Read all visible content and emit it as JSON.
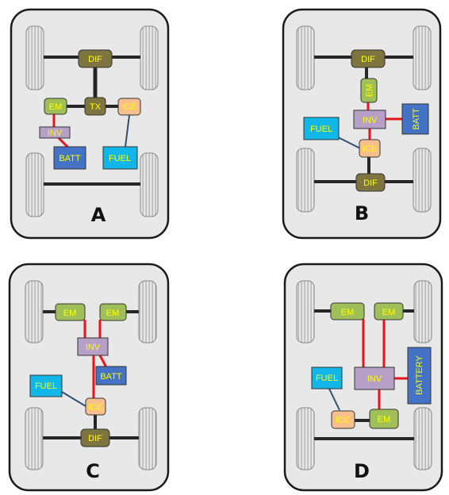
{
  "colors": {
    "panel_fill": "#e8e8e8",
    "panel_stroke": "#1a1a1a",
    "shaft": "#262626",
    "electric_link": "#e8141c",
    "fuel_link": "#2f4f6f",
    "label_text": "#ffff00",
    "dif": "#7e7440",
    "em": "#9fc058",
    "inv": "#b6a0c8",
    "ice": "#f7bf8c",
    "batt": "#4472c4",
    "fuel": "#12b7ea"
  },
  "panels": [
    {
      "letter": "A",
      "labels": {
        "dif": "DIF",
        "tx": "TX",
        "em": "EM",
        "ice": "ICE",
        "inv": "INV",
        "batt": "BATT",
        "fuel": "FUEL"
      }
    },
    {
      "letter": "B",
      "labels": {
        "dif_front": "DIF",
        "em": "EM",
        "inv": "INV",
        "batt": "BATT",
        "fuel": "FUEL",
        "ice": "ICE",
        "dif_rear": "DIF"
      }
    },
    {
      "letter": "C",
      "labels": {
        "em_left": "EM",
        "em_right": "EM",
        "inv": "INV",
        "batt": "BATT",
        "fuel": "FUEL",
        "ice": "ICE",
        "dif": "DIF"
      }
    },
    {
      "letter": "D",
      "labels": {
        "em_left": "EM",
        "em_right": "EM",
        "battery": "BATTERY",
        "fuel": "FUEL",
        "inv": "INV",
        "ice": "ICE",
        "em_rear": "EM"
      }
    }
  ]
}
